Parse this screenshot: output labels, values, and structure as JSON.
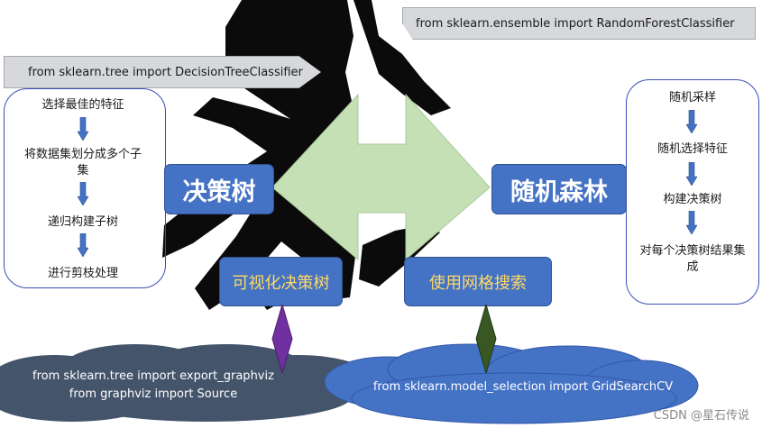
{
  "banners": {
    "tree_import": "from sklearn.tree import DecisionTreeClassifier",
    "forest_import": "from sklearn.ensemble import RandomForestClassifier"
  },
  "decision_tree": {
    "title": "决策树",
    "steps": [
      "选择最佳的特征",
      "将数据集划分成多个子集",
      "递归构建子树",
      "进行剪枝处理"
    ]
  },
  "random_forest": {
    "title": "随机森林",
    "steps": [
      "随机采样",
      "随机选择特征",
      "构建决策树",
      "对每个决策树结果集成"
    ]
  },
  "tools": {
    "visualize": "可视化决策树",
    "grid_search": "使用网格搜索"
  },
  "clouds": {
    "graphviz_line1": "from sklearn.tree import export_graphviz",
    "graphviz_line2": "from graphviz import Source",
    "gridsearch": "from sklearn.model_selection import GridSearchCV"
  },
  "watermark": "CSDN @星石传说",
  "colors": {
    "box_blue": "#4472c4",
    "cloud_blue": "#4472c4",
    "cloud_slate": "#44546a",
    "double_arrow_green": "#c5e0b4",
    "visualize_diamond": "#7030a0",
    "gridsearch_diamond": "#385723",
    "label_yellow": "#ffd966"
  }
}
